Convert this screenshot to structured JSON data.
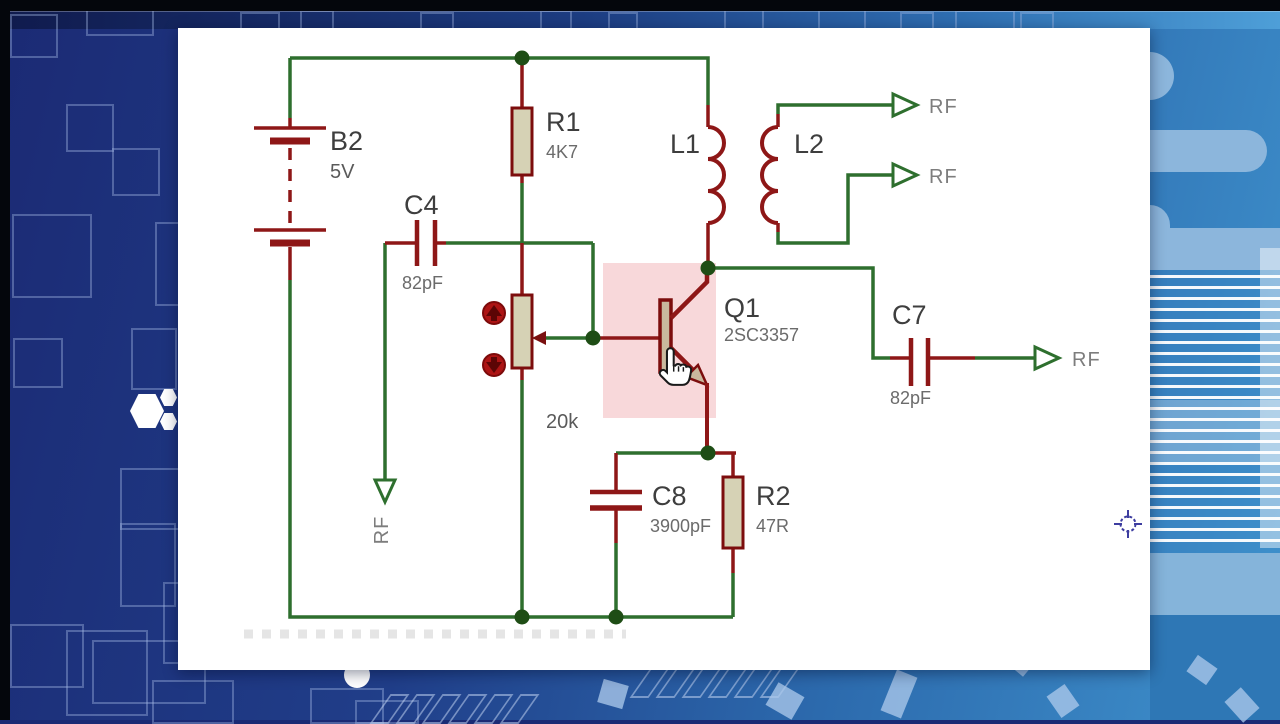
{
  "components": {
    "b2": {
      "label": "B2",
      "value": "5V"
    },
    "r1": {
      "label": "R1",
      "value": "4K7"
    },
    "c4": {
      "label": "C4",
      "value": "82pF"
    },
    "pot1": {
      "value": "20k"
    },
    "q1": {
      "label": "Q1",
      "value": "2SC3357"
    },
    "l1": {
      "label": "L1"
    },
    "l2": {
      "label": "L2"
    },
    "c7": {
      "label": "C7",
      "value": "82pF"
    },
    "c8": {
      "label": "C8",
      "value": "3900pF"
    },
    "r2": {
      "label": "R2",
      "value": "47R"
    }
  },
  "terminals": {
    "rf_out_top": "RF",
    "rf_out_mid": "RF",
    "rf_out_right": "RF",
    "rf_in": "RF"
  },
  "icons": {
    "pot_increase": "up-arrow",
    "pot_decrease": "down-arrow",
    "cursor": "hand-pointer",
    "marker": "crosshair"
  },
  "colors": {
    "wire": "#2e6f2e",
    "component_outline": "#7c0d0d",
    "component_lead": "#8e1717",
    "component_fill": "#d6d2b5",
    "junction_dot": "#1e4d15",
    "selection_highlight": "#f8d8da",
    "button_red": "#ad1414",
    "canvas": "#ffffff",
    "background_left": "#1f2c78",
    "background_right": "#3f92cd"
  }
}
